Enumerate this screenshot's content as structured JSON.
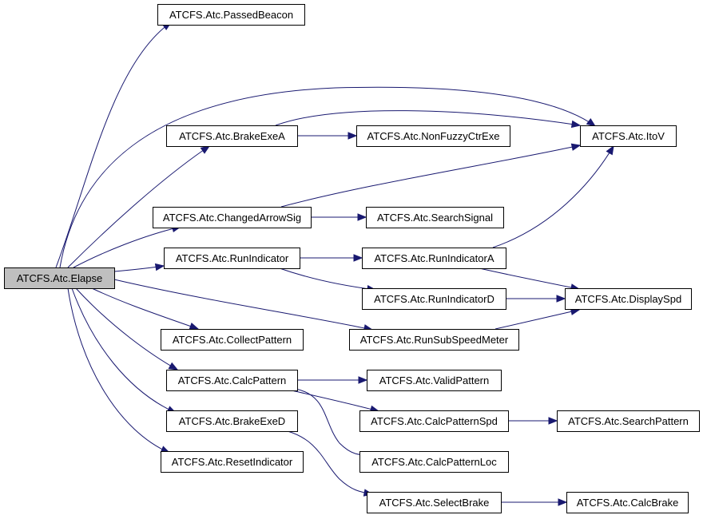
{
  "diagram": {
    "colors": {
      "edge": "#191970",
      "root_fill": "#bfbfbf",
      "node_fill": "#ffffff",
      "node_border": "#000000"
    },
    "nodes": [
      {
        "id": "elapse",
        "label": "ATCFS.Atc.Elapse",
        "root": true
      },
      {
        "id": "passedbeacon",
        "label": "ATCFS.Atc.PassedBeacon"
      },
      {
        "id": "brakeexea",
        "label": "ATCFS.Atc.BrakeExeA"
      },
      {
        "id": "nonfuzzy",
        "label": "ATCFS.Atc.NonFuzzyCtrExe"
      },
      {
        "id": "itov",
        "label": "ATCFS.Atc.ItoV"
      },
      {
        "id": "changedarrow",
        "label": "ATCFS.Atc.ChangedArrowSig"
      },
      {
        "id": "searchsignal",
        "label": "ATCFS.Atc.SearchSignal"
      },
      {
        "id": "runindicator",
        "label": "ATCFS.Atc.RunIndicator"
      },
      {
        "id": "runindicatora",
        "label": "ATCFS.Atc.RunIndicatorA"
      },
      {
        "id": "runindicatord",
        "label": "ATCFS.Atc.RunIndicatorD"
      },
      {
        "id": "displayspd",
        "label": "ATCFS.Atc.DisplaySpd"
      },
      {
        "id": "collectpattern",
        "label": "ATCFS.Atc.CollectPattern"
      },
      {
        "id": "runsubspeed",
        "label": "ATCFS.Atc.RunSubSpeedMeter"
      },
      {
        "id": "calcpattern",
        "label": "ATCFS.Atc.CalcPattern"
      },
      {
        "id": "validpattern",
        "label": "ATCFS.Atc.ValidPattern"
      },
      {
        "id": "calcpatternspd",
        "label": "ATCFS.Atc.CalcPatternSpd"
      },
      {
        "id": "searchpattern",
        "label": "ATCFS.Atc.SearchPattern"
      },
      {
        "id": "brakeexed",
        "label": "ATCFS.Atc.BrakeExeD"
      },
      {
        "id": "calcpatternloc",
        "label": "ATCFS.Atc.CalcPatternLoc"
      },
      {
        "id": "resetindicator",
        "label": "ATCFS.Atc.ResetIndicator"
      },
      {
        "id": "selectbrake",
        "label": "ATCFS.Atc.SelectBrake"
      },
      {
        "id": "calcbrake",
        "label": "ATCFS.Atc.CalcBrake"
      }
    ],
    "edges": [
      {
        "from": "elapse",
        "to": "passedbeacon"
      },
      {
        "from": "elapse",
        "to": "itov"
      },
      {
        "from": "elapse",
        "to": "brakeexea"
      },
      {
        "from": "elapse",
        "to": "changedarrow"
      },
      {
        "from": "elapse",
        "to": "runindicator"
      },
      {
        "from": "elapse",
        "to": "collectpattern"
      },
      {
        "from": "elapse",
        "to": "runsubspeed"
      },
      {
        "from": "elapse",
        "to": "calcpattern"
      },
      {
        "from": "elapse",
        "to": "brakeexed"
      },
      {
        "from": "elapse",
        "to": "resetindicator"
      },
      {
        "from": "brakeexea",
        "to": "nonfuzzy"
      },
      {
        "from": "brakeexea",
        "to": "itov"
      },
      {
        "from": "changedarrow",
        "to": "itov"
      },
      {
        "from": "changedarrow",
        "to": "searchsignal"
      },
      {
        "from": "runindicator",
        "to": "runindicatora"
      },
      {
        "from": "runindicator",
        "to": "runindicatord"
      },
      {
        "from": "runindicatora",
        "to": "itov"
      },
      {
        "from": "runindicatora",
        "to": "displayspd"
      },
      {
        "from": "runindicatord",
        "to": "displayspd"
      },
      {
        "from": "runsubspeed",
        "to": "displayspd"
      },
      {
        "from": "calcpattern",
        "to": "validpattern"
      },
      {
        "from": "calcpattern",
        "to": "calcpatternspd"
      },
      {
        "from": "calcpattern",
        "to": "calcpatternloc"
      },
      {
        "from": "calcpatternspd",
        "to": "searchpattern"
      },
      {
        "from": "brakeexed",
        "to": "selectbrake"
      },
      {
        "from": "selectbrake",
        "to": "calcbrake"
      }
    ]
  }
}
